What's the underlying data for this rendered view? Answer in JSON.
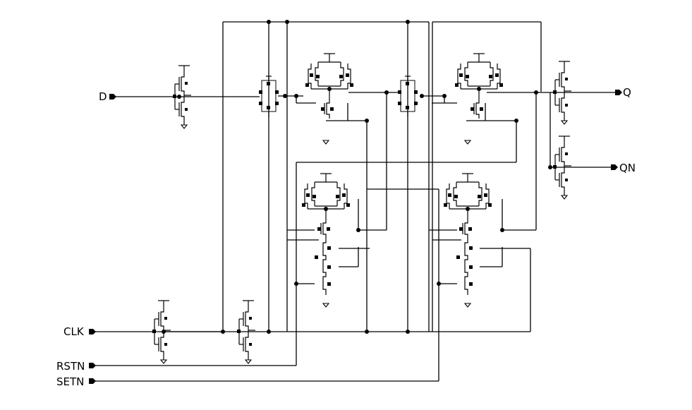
{
  "pins": {
    "d": "D",
    "q": "Q",
    "qn": "QN",
    "clk": "CLK",
    "rstn": "RSTN",
    "setn": "SETN"
  },
  "colors": {
    "wire": "#000000",
    "background": "#ffffff"
  }
}
